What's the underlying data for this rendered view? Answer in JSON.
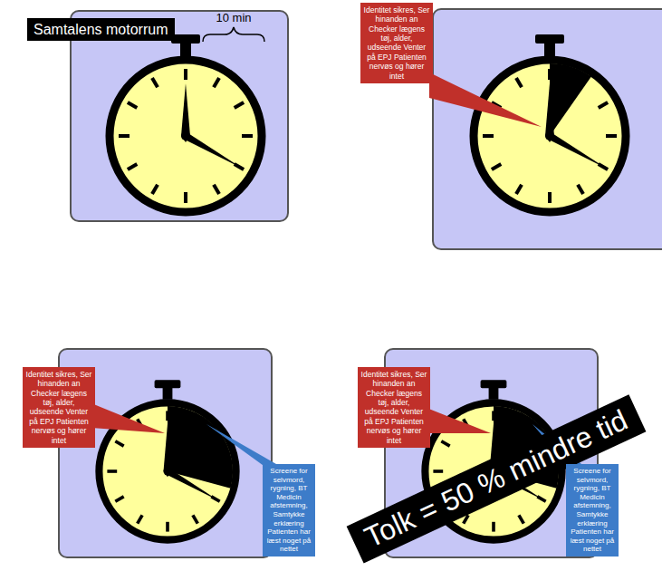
{
  "diagram": {
    "nodes": [
      {
        "text": [
          "Samtalens motorrum"
        ]
      },
      {
        "text": [
          "Identitet sikres, Ser hinanden an Checker lægens tøj, alder, udseende Venter på EPJ Patienten nervøs og hører intet"
        ]
      },
      {
        "text": [
          "Identitet sikres, Ser hinanden an Checker lægens tøj, alder, udseende Venter på EPJ Patienten nervøs og hører intet"
        ]
      },
      {
        "text": [
          "Screene for selvmord, rygning, BT Medicin afstemning, Samtykke erklæring Patienten har læst noget på nettet"
        ]
      },
      {
        "text": [
          "Identitet sikres, Ser hinanden an Checker lægens tøj, alder, udseende Venter på EPJ Patienten nervøs og hører intet"
        ]
      },
      {
        "text": [
          "Tolk = 50 % mindre tid"
        ]
      },
      {
        "text": [
          "Screene for selvmord, rygning, BT Medicin afstemning, Samtykke erklæring Patienten har læst noget på nettet"
        ]
      }
    ],
    "labels": [
      "10 min"
    ]
  }
}
